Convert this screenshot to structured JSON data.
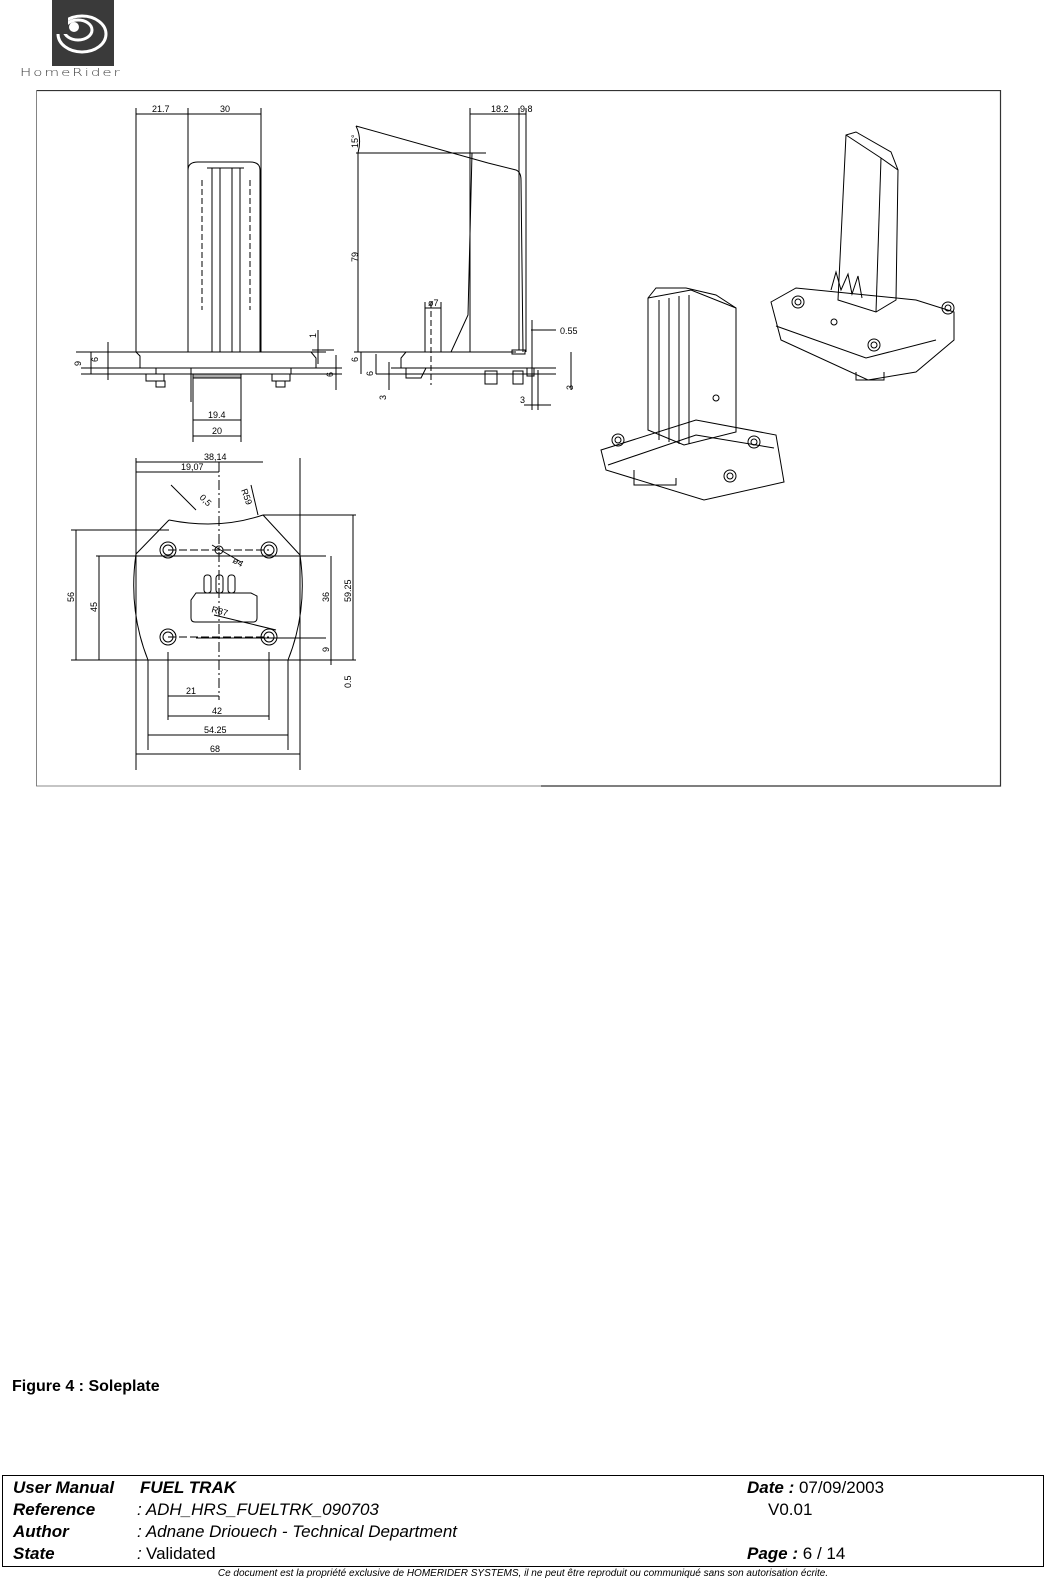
{
  "header": {
    "logo_text": "HomeRider"
  },
  "drawing": {
    "front_view": {
      "dims": [
        "21.7",
        "30",
        "9",
        "6",
        "1",
        "6",
        "19.4",
        "20"
      ]
    },
    "side_view": {
      "dims": [
        "18.2",
        "9.8",
        "15°",
        "79",
        "ø7",
        "0.55",
        "6",
        "6",
        "3",
        "3",
        "3"
      ]
    },
    "top_view": {
      "dims": [
        "38,14",
        "19,07",
        "0,5",
        "R59",
        "ø4",
        "R87",
        "56",
        "45",
        "36",
        "59.25",
        "9",
        "0.5",
        "21",
        "42",
        "54.25",
        "68"
      ]
    },
    "iso_views": [
      "isometric-view-front",
      "isometric-view-back"
    ]
  },
  "figure": {
    "caption": "Figure 4 : Soleplate"
  },
  "footer": {
    "doc_type_label": "User Manual",
    "product": "FUEL TRAK",
    "reference_label": "Reference",
    "reference_value": ": ADH_HRS_FUELTRK_090703",
    "author_label": "Author",
    "author_value": ": Adnane Driouech - Technical Department",
    "state_label": "State",
    "state_value_prefix": ":",
    "state_value": "Validated",
    "date_label": "Date :",
    "date_value": "07/09/2003",
    "version": "V0.01",
    "page_label": "Page :",
    "page_value": "6 / 14",
    "disclaimer": "Ce document est la propriété exclusive  de HOMERIDER SYSTEMS, il ne peut être reproduit ou communiqué sans son autorisation écrite."
  }
}
